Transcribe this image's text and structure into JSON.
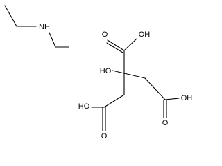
{
  "molecules": {
    "diethylamine": {
      "nh_label": "NH"
    },
    "citric_acid": {
      "top_acid": {
        "oxygen_label": "O",
        "hydroxyl_label": "OH"
      },
      "central_hydroxyl_label": "HO",
      "left_acid": {
        "hydroxyl_label": "HO",
        "oxygen_label": "O"
      },
      "right_acid": {
        "hydroxyl_label": "OH",
        "oxygen_label": "O"
      }
    }
  },
  "colors": {
    "bond": "#000000",
    "label": "#000000",
    "background": "#ffffff"
  }
}
